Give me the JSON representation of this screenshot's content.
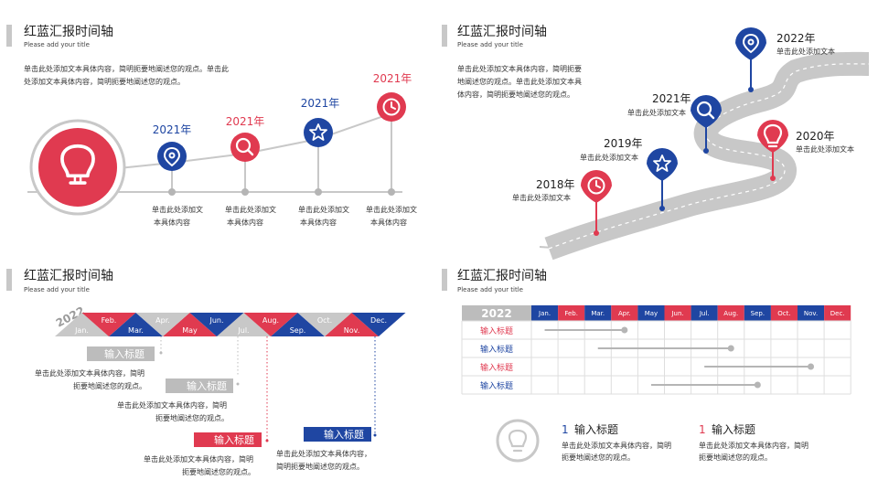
{
  "colors": {
    "red": "#e03a50",
    "blue": "#1f46a2",
    "gray": "#c8c8c8",
    "dark": "#222222",
    "text": "#333333"
  },
  "q1": {
    "title": "红蓝汇报时间轴",
    "subtitle": "Please add your title",
    "intro": [
      "单击此处添加文本具体内容，简明扼要地阐述您的观点。单击此",
      "处添加文本具体内容，简明扼要地阐述您的观点。"
    ],
    "main_icon": "lightbulb-icon",
    "milestones": [
      {
        "year": "2021年",
        "icon": "map-pin-icon",
        "color": "blue",
        "lines": [
          "单击此处添加文",
          "本具体内容"
        ]
      },
      {
        "year": "2021年",
        "icon": "search-icon",
        "color": "red",
        "lines": [
          "单击此处添加文",
          "本具体内容"
        ]
      },
      {
        "year": "2021年",
        "icon": "star-icon",
        "color": "blue",
        "lines": [
          "单击此处添加文",
          "本具体内容"
        ]
      },
      {
        "year": "2021年",
        "icon": "clock-icon",
        "color": "red",
        "lines": [
          "单击此处添加文",
          "本具体内容"
        ]
      }
    ]
  },
  "q2": {
    "title": "红蓝汇报时间轴",
    "subtitle": "Please add your title",
    "intro": [
      "单击此处添加文本具体内容，简明扼要",
      "地阐述您的观点。单击此处添加文本具",
      "体内容，简明扼要地阐述您的观点。"
    ],
    "pins": [
      {
        "year": "2018年",
        "text": "单击此处添加文本",
        "icon": "clock-icon",
        "color": "red"
      },
      {
        "year": "2019年",
        "text": "单击此处添加文本",
        "icon": "star-icon",
        "color": "blue"
      },
      {
        "year": "2021年",
        "text": "单击此处添加文本",
        "icon": "search-icon",
        "color": "blue"
      },
      {
        "year": "2020年",
        "text": "单击此处添加文本",
        "icon": "lightbulb-icon",
        "color": "red"
      },
      {
        "year": "2022年",
        "text": "单击此处添加文本",
        "icon": "map-pin-icon",
        "color": "blue"
      }
    ]
  },
  "q3": {
    "title": "红蓝汇报时间轴",
    "subtitle": "Please add your title",
    "year": "2022",
    "months_down": [
      "Jan.",
      "Mar.",
      "May",
      "Jul.",
      "Sep.",
      "Nov."
    ],
    "months_up": [
      "Feb.",
      "Apr.",
      "Jun.",
      "Aug.",
      "Oct.",
      "Dec."
    ],
    "boxes": [
      {
        "label": "输入标题",
        "color": "gray",
        "lines": [
          "单击此处添加文本具体内容，简明",
          "扼要地阐述您的观点。"
        ]
      },
      {
        "label": "输入标题",
        "color": "gray",
        "lines": [
          "单击此处添加文本具体内容，简明",
          "扼要地阐述您的观点。"
        ]
      },
      {
        "label": "输入标题",
        "color": "red",
        "lines": [
          "单击此处添加文本具体内容，简明",
          "扼要地阐述您的观点。"
        ]
      },
      {
        "label": "输入标题",
        "color": "blue",
        "lines": [
          "单击此处添加文本具体内容，",
          "简明扼要地阐述您的观点。"
        ]
      }
    ]
  },
  "q4": {
    "title": "红蓝汇报时间轴",
    "subtitle": "Please add your title",
    "year": "2022",
    "months": [
      "Jan.",
      "Feb.",
      "Mar.",
      "Apr.",
      "May",
      "Jun.",
      "Jul.",
      "Aug.",
      "Sep.",
      "Oct.",
      "Nov.",
      "Dec."
    ],
    "rows": [
      {
        "label": "输入标题",
        "color": "red",
        "start_month": 0.5,
        "end_month": 3.5
      },
      {
        "label": "输入标题",
        "color": "blue",
        "start_month": 2.5,
        "end_month": 7.5
      },
      {
        "label": "输入标题",
        "color": "red",
        "start_month": 6.5,
        "end_month": 10.5
      },
      {
        "label": "输入标题",
        "color": "blue",
        "start_month": 4.5,
        "end_month": 8.5
      }
    ],
    "main_icon": "lightbulb-icon",
    "legend": [
      {
        "num": "1",
        "title": "输入标题",
        "lines": [
          "单击此处添加文本具体内容，简明",
          "扼要地阐述您的观点。"
        ],
        "color": "blue"
      },
      {
        "num": "1",
        "title": "输入标题",
        "lines": [
          "单击此处添加文本具体内容，简明",
          "扼要地阐述您的观点。"
        ],
        "color": "red"
      }
    ]
  }
}
